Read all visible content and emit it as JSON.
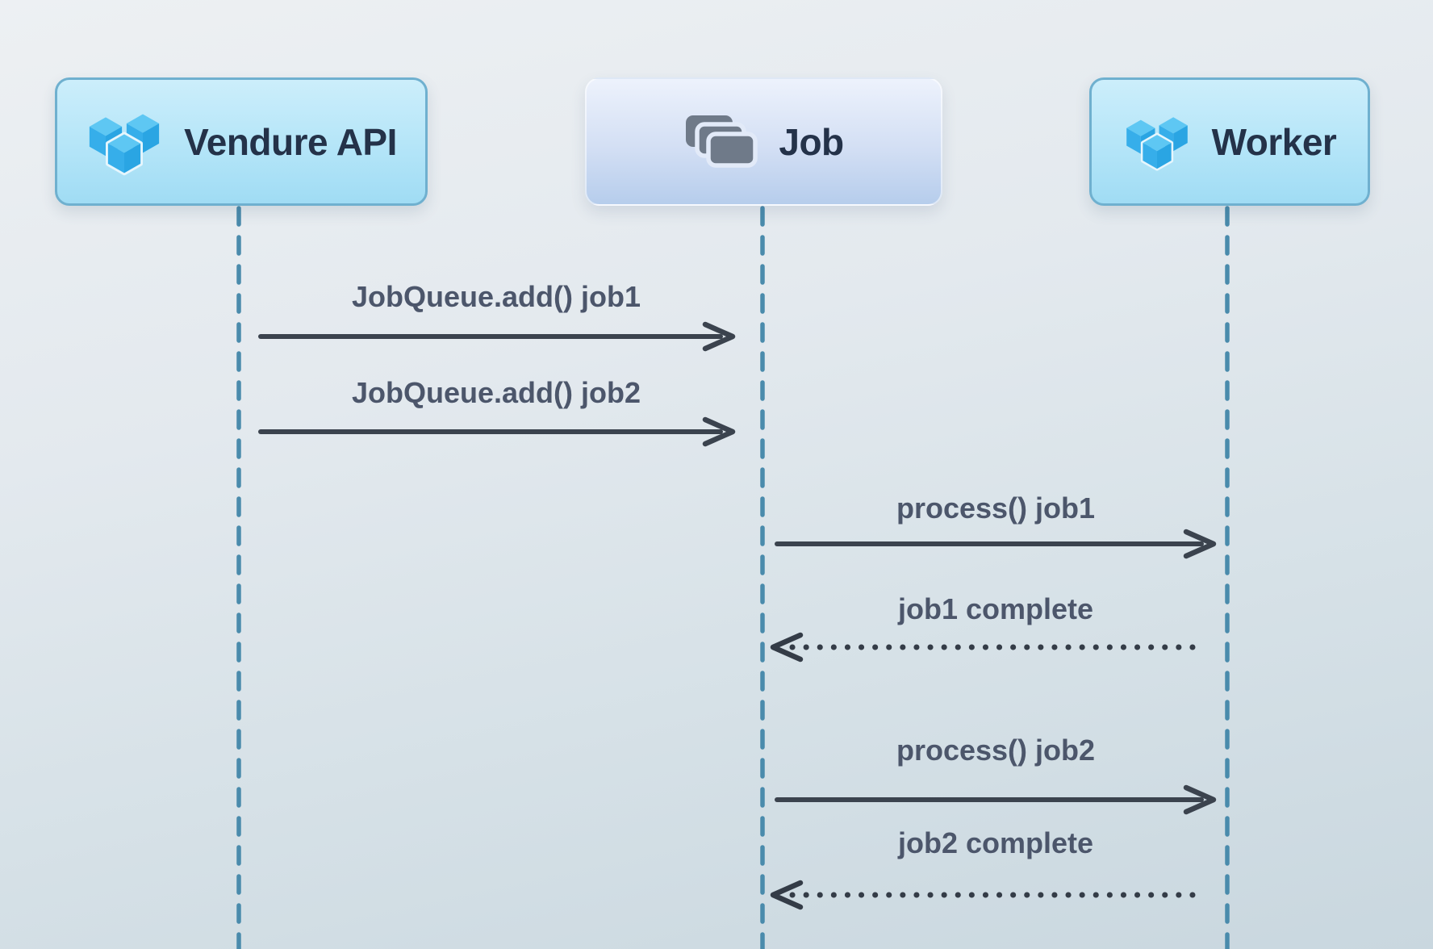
{
  "diagram": {
    "type": "sequence",
    "actors": [
      {
        "id": "vendure-api",
        "label": "Vendure API",
        "icon": "vendure-cubes-icon"
      },
      {
        "id": "job",
        "label": "Job",
        "icon": "job-stack-icon"
      },
      {
        "id": "worker",
        "label": "Worker",
        "icon": "vendure-cubes-icon"
      }
    ],
    "messages": [
      {
        "from": "vendure-api",
        "to": "job",
        "label": "JobQueue.add() job1",
        "line": "solid"
      },
      {
        "from": "vendure-api",
        "to": "job",
        "label": "JobQueue.add() job2",
        "line": "solid"
      },
      {
        "from": "job",
        "to": "worker",
        "label": "process() job1",
        "line": "solid"
      },
      {
        "from": "worker",
        "to": "job",
        "label": "job1 complete",
        "line": "dotted"
      },
      {
        "from": "job",
        "to": "worker",
        "label": "process() job2",
        "line": "solid"
      },
      {
        "from": "worker",
        "to": "job",
        "label": "job2 complete",
        "line": "dotted"
      }
    ],
    "colors": {
      "background_top": "#edf0f3",
      "background_bottom": "#c9d7df",
      "actor_blue_fill_top": "#cceefb",
      "actor_blue_fill_bottom": "#a0dcf4",
      "actor_blue_border": "#6fb0cf",
      "actor_gray_fill_top": "#edf2fc",
      "actor_gray_fill_bottom": "#b6cdec",
      "lifeline": "#4a8bac",
      "arrow": "#3b434e",
      "dotted_arrow": "#343c47",
      "title_text": "#243249",
      "message_text": "#4c566b",
      "cube_top": "#5ec7f3",
      "cube_left": "#36aeea",
      "cube_right": "#2aa5e3",
      "stack_fill": "#6f7a89"
    }
  }
}
